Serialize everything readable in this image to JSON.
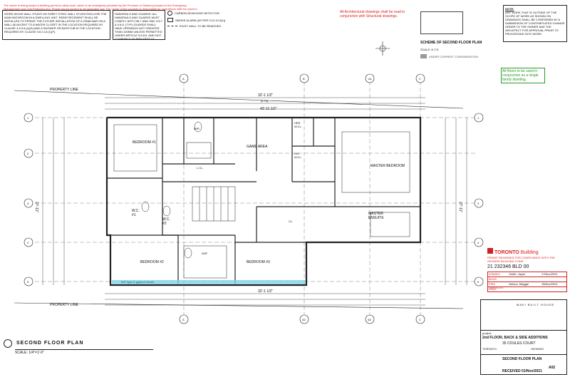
{
  "header": {
    "red_notice": "The owner is being issued a building permit to allow work, which is an emergency declared by the Province of Ontario pursuant to the Emergency Management and Civil Protection Act. Permit issued subject to all applicable law. The owner of the property is responsible for compliance with the owner's obligations and recommendations and is responsible for ensuring that construction is carried out in a manner that protects the health and safety of the public.",
    "wall_note": "WORK WOOD WALL STUDS ON SHEET STEEL WALL STUDS ENCLOSE THE MAIN BATHROOM IN A DWELLING UNIT, REINFORCEMENT SHALL BE INSTALLED TO PERMIT THE FUTURE INSTALLATION OF A GRAB BAR ON A WALL ADJACENT TO A WATER CLOSET IN THE LOCATION REQUIRED BY CLAUSE 3.8.3.8.(1)(D) AND A SHOWER OR BATHTUB IN THE LOCATION REQUIRED BY CLAUSE 3.8.3.13.(1)(F).",
    "guard_note": "HANDRAILS AND GUARDS: ALL HANDRAILS AND GUARDS MUST COMPLY WITH SB-7 AND OBC 9.8.7 & 9.8.8. (TYP.) GUARDS SHALL HAVE OPENINGS NOT GREATER THAN 100MM UNLESS PERMITTED UNDER ARTICLE 9.8.8.5. AND NOT CLIMBABLE AS PER ARTICLE 9.8.8.6",
    "legend": [
      "CARBON MONOXIDE DETECTOR",
      "SMOKE ALARM (AS PER 9.10.19.3(1))",
      "EXIST. WALL TO BE REMOVED"
    ],
    "arch_note": "All Architectural drawings shall be read in conjunction with Structural drawings.",
    "scheme_title": "SCHEME OF SECOND FLOOR PLAN",
    "scheme_scale": "SCALE: N.T.S.",
    "scheme_label": "UNDER CURRENT CONSIDERATION",
    "general_note_title": "NOTE:",
    "general_note": "ANY WORK THAT IS OUTSIDE OF THE SCOPE OF WORK AS SHOWN ON DRAWINGS SHALL BE CONFIRMED BY A SUBMISSION OF CONTEMPLATED CHANGE ORDER TO THE OWNER AND THE ARCHITECT FOR APPROVAL PRIOR TO PROCEEDING INTO WORK.",
    "floor_use_note": "All floors to be used in conjunction as a single family dwelling."
  },
  "plan": {
    "property_line_top": "PROPERTY LINE",
    "property_line_bottom": "PROPERTY LINE",
    "rooms": {
      "bedroom1": "BEDROOM #1",
      "game_area": "GAME AREA",
      "master_bedroom": "MASTER BEDROOM",
      "bedroom2": "BEDROOM #2",
      "bedroom3": "BEDROOM #3",
      "master_ensuite": "MASTER ENSUITE",
      "wc1": "W.C. #1",
      "wc2": "W.C. #2",
      "his_wcl": "HIS W.CL.",
      "her_wcl": "HER W.CL.",
      "wr": "W/R",
      "wr2": "W/R",
      "lcl": "L.CL.",
      "cl": "CL.",
      "gypsum": "5/8\" type-X gypsum board"
    },
    "grid_labels": [
      "1",
      "2",
      "3",
      "4",
      "5",
      "A",
      "B",
      "C",
      "A1",
      "A2",
      "A3"
    ],
    "dims": {
      "top_overall": "32'-1 1/2\"",
      "top_sub": "[9.79]",
      "mid_overall": "42'-11 1/2\"",
      "bottom_overall": "32'-1 1/2\"",
      "left_overall": "27'-11\"",
      "right_overall": "27'-11\""
    },
    "title": "SECOND FLOOR PLAN",
    "scale": "SCALE: 1/4\"=1'-0\""
  },
  "stamp": {
    "brand": "TORONTO",
    "brand2": "Building",
    "permit_line": "PERMIT REVIEWED FOR COMPLIANCE WITH THE ONTARIO BUILDING CODE",
    "permit_no": "21 232346 BLD 00",
    "rows": [
      {
        "label": "ZONING",
        "name": "Smith, Jayne",
        "date": "17/Nov/2021"
      },
      {
        "label": "BLDG",
        "name": "",
        "date": ""
      },
      {
        "label": "FIRE SERVICES",
        "name": "Nelson, Maggie",
        "date": "15/Nov/2021"
      },
      {
        "label": "HVAC",
        "name": "",
        "date": ""
      }
    ]
  },
  "title_block": {
    "firm": "MAKI BUILT HOUSE",
    "project_label": "project:",
    "project": "2nd FLOOR, BACK & SIDE ADDITIONS",
    "address": "35 COULES COURT",
    "city": "TORONTO",
    "province": "ONTARIO",
    "drawing_title": "SECOND FLOOR PLAN",
    "sheet": "A02",
    "received": "RECEIVED 01/Nov/2021"
  }
}
